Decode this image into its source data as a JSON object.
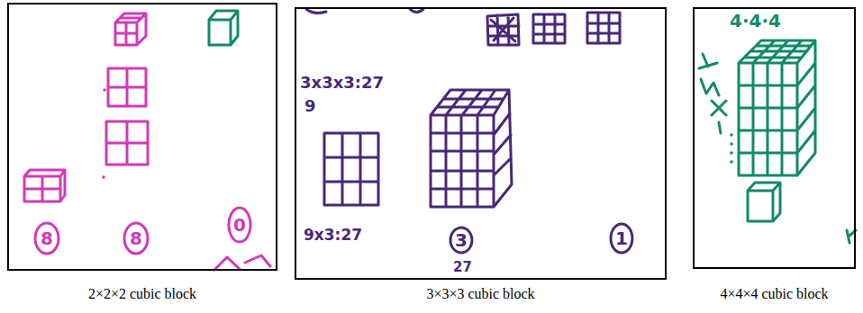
{
  "diagram": {
    "nodes": [
      {
        "text": [
          "2×2×2 cubic block"
        ]
      },
      {
        "text": [
          "8"
        ],
        "in": 0
      },
      {
        "text": [
          "8"
        ],
        "in": 0
      },
      {
        "text": [
          "0"
        ],
        "in": 0
      },
      {
        "text": [
          "3×3×3 cubic block"
        ]
      },
      {
        "text": [
          "3"
        ],
        "in": 4
      },
      {
        "text": [
          "1"
        ],
        "in": 4
      },
      {
        "text": [
          "4×4×4 cubic block"
        ]
      }
    ],
    "labels": [
      "3x3x3:27",
      "9",
      "9x3:27",
      "27",
      "4·4·4"
    ]
  }
}
